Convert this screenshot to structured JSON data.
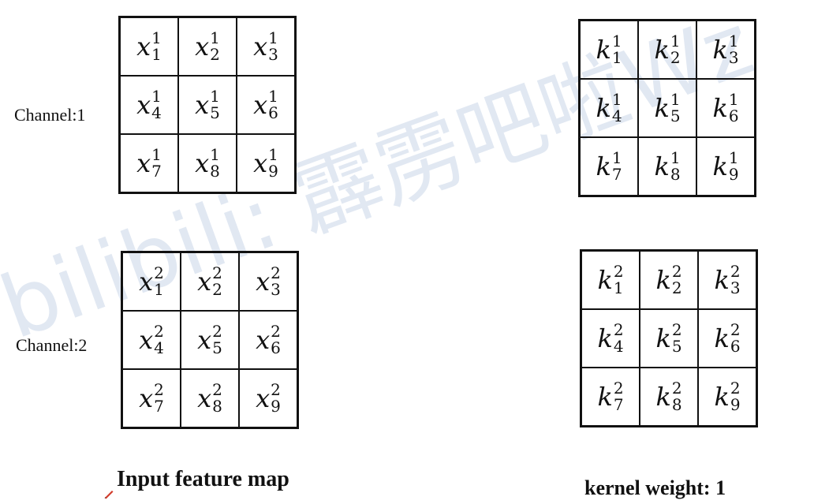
{
  "labels": {
    "channel1": "Channel:1",
    "channel2": "Channel:2",
    "input_caption": "Input feature map",
    "kernel_caption": "kernel weight: 1",
    "watermark": "bilibili: 霹雳吧啦Wz"
  },
  "input_grids": [
    {
      "channel": "1",
      "cells": [
        {
          "base": "x",
          "sup": "1",
          "sub": "1"
        },
        {
          "base": "x",
          "sup": "1",
          "sub": "2"
        },
        {
          "base": "x",
          "sup": "1",
          "sub": "3"
        },
        {
          "base": "x",
          "sup": "1",
          "sub": "4"
        },
        {
          "base": "x",
          "sup": "1",
          "sub": "5"
        },
        {
          "base": "x",
          "sup": "1",
          "sub": "6"
        },
        {
          "base": "x",
          "sup": "1",
          "sub": "7"
        },
        {
          "base": "x",
          "sup": "1",
          "sub": "8"
        },
        {
          "base": "x",
          "sup": "1",
          "sub": "9"
        }
      ]
    },
    {
      "channel": "2",
      "cells": [
        {
          "base": "x",
          "sup": "2",
          "sub": "1"
        },
        {
          "base": "x",
          "sup": "2",
          "sub": "2"
        },
        {
          "base": "x",
          "sup": "2",
          "sub": "3"
        },
        {
          "base": "x",
          "sup": "2",
          "sub": "4"
        },
        {
          "base": "x",
          "sup": "2",
          "sub": "5"
        },
        {
          "base": "x",
          "sup": "2",
          "sub": "6"
        },
        {
          "base": "x",
          "sup": "2",
          "sub": "7"
        },
        {
          "base": "x",
          "sup": "2",
          "sub": "8"
        },
        {
          "base": "x",
          "sup": "2",
          "sub": "9"
        }
      ]
    }
  ],
  "kernel_grids": [
    {
      "channel": "1",
      "cells": [
        {
          "base": "k",
          "sup": "1",
          "sub": "1"
        },
        {
          "base": "k",
          "sup": "1",
          "sub": "2"
        },
        {
          "base": "k",
          "sup": "1",
          "sub": "3"
        },
        {
          "base": "k",
          "sup": "1",
          "sub": "4"
        },
        {
          "base": "k",
          "sup": "1",
          "sub": "5"
        },
        {
          "base": "k",
          "sup": "1",
          "sub": "6"
        },
        {
          "base": "k",
          "sup": "1",
          "sub": "7"
        },
        {
          "base": "k",
          "sup": "1",
          "sub": "8"
        },
        {
          "base": "k",
          "sup": "1",
          "sub": "9"
        }
      ]
    },
    {
      "channel": "2",
      "cells": [
        {
          "base": "k",
          "sup": "2",
          "sub": "1"
        },
        {
          "base": "k",
          "sup": "2",
          "sub": "2"
        },
        {
          "base": "k",
          "sup": "2",
          "sub": "3"
        },
        {
          "base": "k",
          "sup": "2",
          "sub": "4"
        },
        {
          "base": "k",
          "sup": "2",
          "sub": "5"
        },
        {
          "base": "k",
          "sup": "2",
          "sub": "6"
        },
        {
          "base": "k",
          "sup": "2",
          "sub": "7"
        },
        {
          "base": "k",
          "sup": "2",
          "sub": "8"
        },
        {
          "base": "k",
          "sup": "2",
          "sub": "9"
        }
      ]
    }
  ],
  "colors": {
    "line": "#111111",
    "watermark": "#c9d6e8",
    "pen": "#d23b2a"
  },
  "icons": {
    "pen": "pen-icon"
  }
}
